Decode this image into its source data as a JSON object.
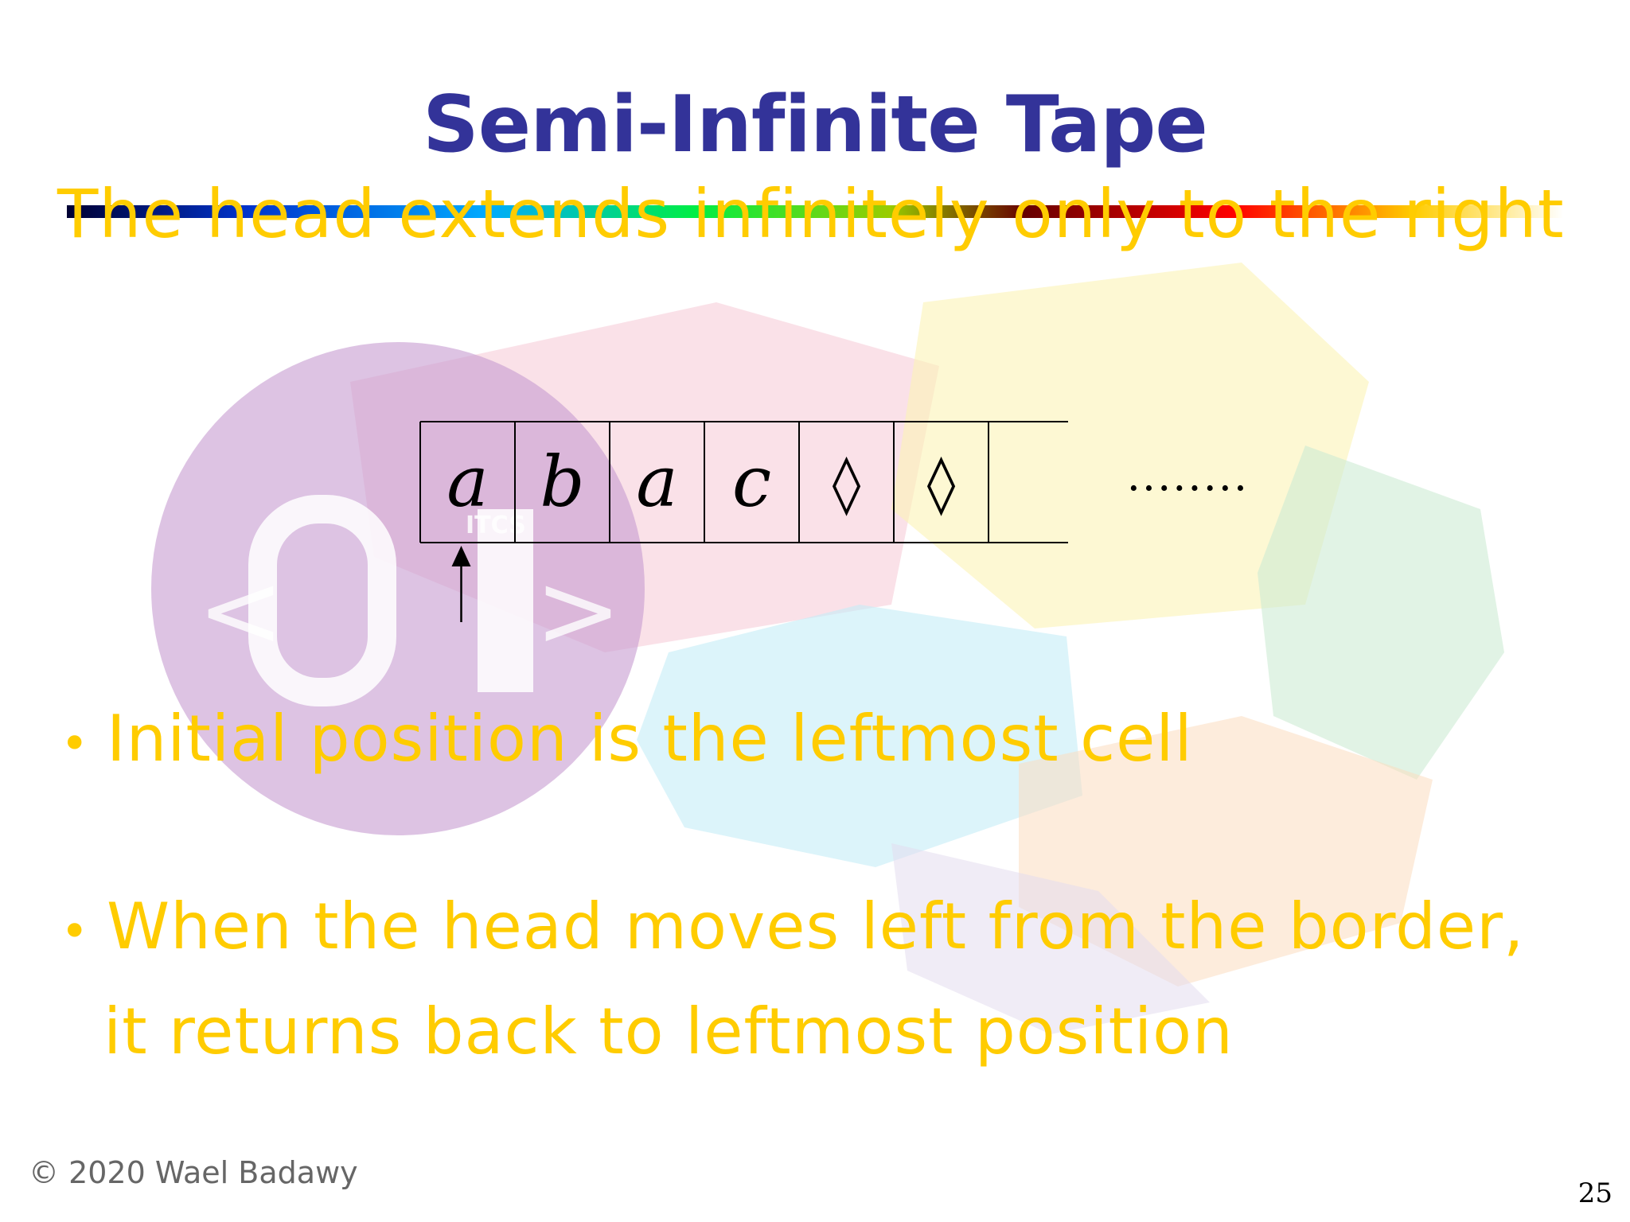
{
  "slide": {
    "title": "Semi-Infinite Tape",
    "subtitle": "The head extends infinitely only to the right",
    "watermark_text": "ITCS"
  },
  "tape": {
    "cells": [
      "a",
      "b",
      "a",
      "c",
      "◊",
      "◊",
      ""
    ],
    "ellipsis": "........."
  },
  "bullets": [
    "Initial position is the leftmost cell",
    "When the head moves left from the border,",
    "it returns back to leftmost position"
  ],
  "bullet_marker": "•",
  "footer": "© 2020 Wael Badawy",
  "page_number": "25",
  "colors": {
    "title": "#333399",
    "body_text": "#ffcc00",
    "footer": "#666666"
  }
}
